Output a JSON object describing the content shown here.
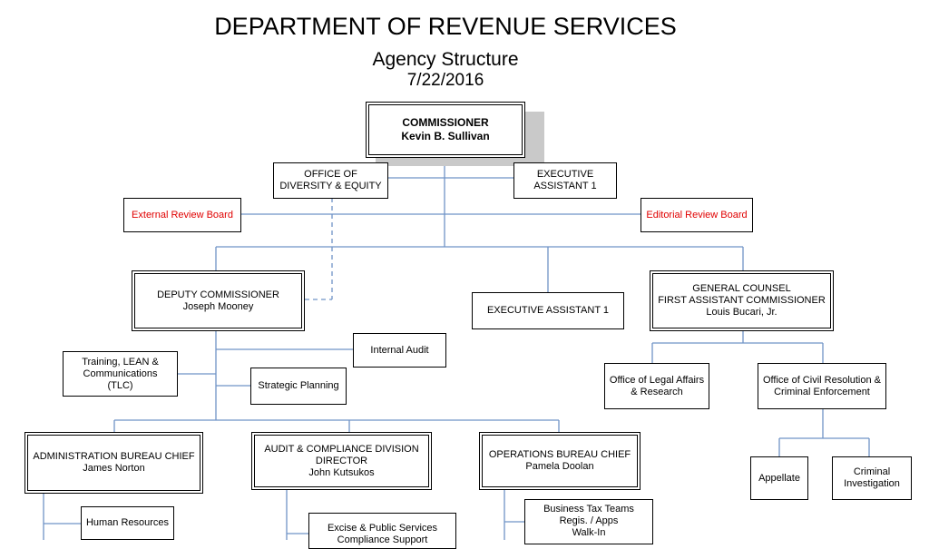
{
  "header": {
    "title": "DEPARTMENT OF REVENUE SERVICES",
    "subtitle": "Agency Structure",
    "date": "7/22/2016"
  },
  "nodes": {
    "commissioner": {
      "title": "COMMISSIONER",
      "name": "Kevin B. Sullivan"
    },
    "diversity": {
      "line1": "OFFICE OF",
      "line2": "DIVERSITY & EQUITY"
    },
    "exec_assistant_top": {
      "line1": "EXECUTIVE",
      "line2": "ASSISTANT 1"
    },
    "external_review": {
      "label": "External Review Board"
    },
    "editorial_review": {
      "label": "Editorial Review Board"
    },
    "deputy": {
      "title": "DEPUTY  COMMISSIONER",
      "name": "Joseph Mooney"
    },
    "exec_assistant_mid": {
      "label": "EXECUTIVE ASSISTANT 1"
    },
    "general_counsel": {
      "line1": "GENERAL COUNSEL",
      "line2": "FIRST ASSISTANT COMMISSIONER",
      "name": "Louis Bucari, Jr."
    },
    "internal_audit": {
      "label": "Internal Audit"
    },
    "tlc": {
      "line1": "Training, LEAN &",
      "line2": "Communications",
      "line3": "(TLC)"
    },
    "strategic": {
      "label": "Strategic Planning"
    },
    "legal_affairs": {
      "line1": "Office of Legal Affairs",
      "line2": "& Research"
    },
    "civil_resolution": {
      "line1": "Office of Civil Resolution &",
      "line2": "Criminal Enforcement"
    },
    "admin_bureau": {
      "title": "ADMINISTRATION BUREAU CHIEF",
      "name": "James Norton"
    },
    "audit_division": {
      "line1": "AUDIT & COMPLIANCE DIVISION",
      "line2": "DIRECTOR",
      "name": "John Kutsukos"
    },
    "operations": {
      "title": "OPERATIONS BUREAU CHIEF",
      "name": "Pamela Doolan"
    },
    "appellate": {
      "label": "Appellate"
    },
    "criminal": {
      "line1": "Criminal",
      "line2": "Investigation"
    },
    "human_resources": {
      "label": "Human Resources"
    },
    "excise": {
      "line1": "Excise & Public Services",
      "line2": "Compliance Support"
    },
    "business_tax": {
      "line1": "Business Tax Teams",
      "line2": "Regis. / Apps",
      "line3": "Walk-In"
    }
  },
  "colors": {
    "connector": "#6f93c7",
    "highlight_text": "#e00000",
    "shadow": "#c9c9c9"
  }
}
